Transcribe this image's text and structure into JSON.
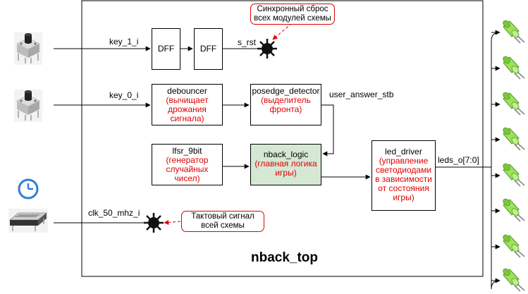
{
  "top_module": "nback_top",
  "inputs": {
    "key1": "key_1_i",
    "key0": "key_0_i",
    "clk": "clk_50_mhz_i"
  },
  "signals": {
    "s_rst": "s_rst",
    "user_answer": "user_answer_stb",
    "leds": "leds_o[7:0]"
  },
  "blocks": {
    "dff1": {
      "name": "DFF"
    },
    "dff2": {
      "name": "DFF"
    },
    "debouncer": {
      "name": "debouncer",
      "desc": "(вычищает дрожания сигнала)"
    },
    "posedge": {
      "name": "posedge_detector",
      "desc": "(выделитель фронта)"
    },
    "lfsr": {
      "name": "lfsr_9bit",
      "desc": "(генератор случайных чисел)"
    },
    "nback": {
      "name": "nback_logic",
      "desc": "(главная логика игры)"
    },
    "led_driver": {
      "name": "led_driver",
      "desc": "(управление светодиодами в зависимости от состояния игры)"
    }
  },
  "notes": {
    "sync_reset": "Синхронный сброс всех модулей схемы",
    "clock": "Тактовый сигнал всей схемы"
  },
  "colors": {
    "note_border": "#e00000",
    "desc_text": "#e00000",
    "nback_fill": "#d5e8d4",
    "led_green": "#8ed64a"
  },
  "icons": [
    "push-button-icon",
    "push-button-icon",
    "clock-icon",
    "crystal-oscillator-icon",
    "led-icon"
  ]
}
